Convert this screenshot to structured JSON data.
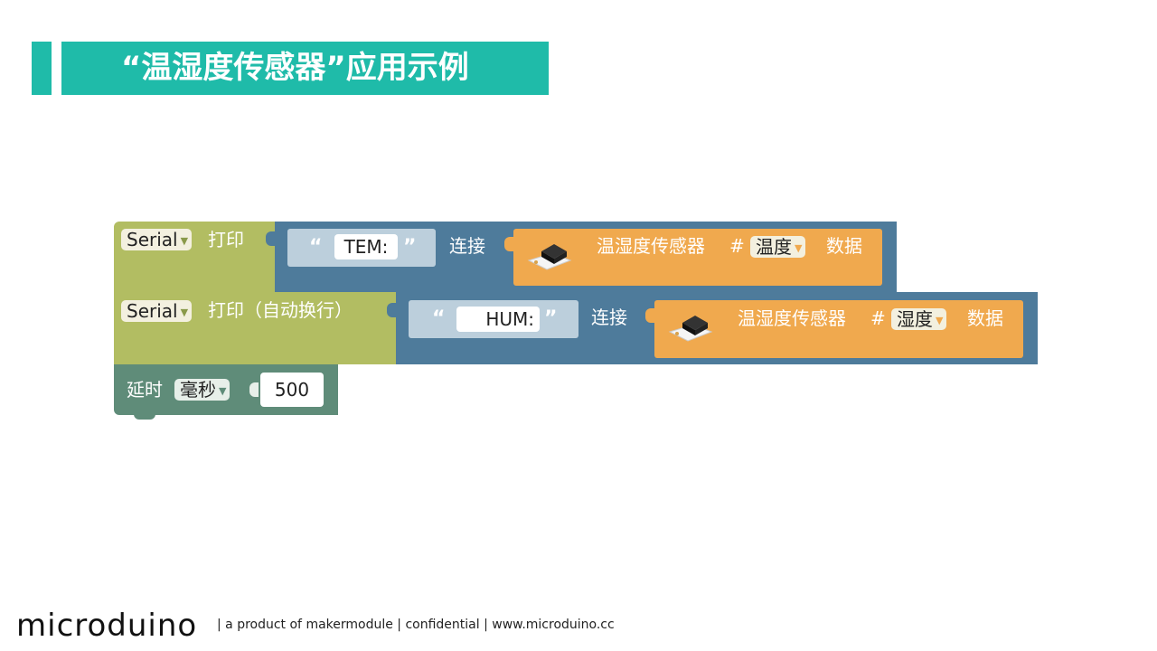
{
  "slide": {
    "title": "“温湿度传感器”应用示例"
  },
  "blocks": {
    "row1": {
      "serial_dropdown": "Serial",
      "print_label": "打印",
      "string_value": "TEM:",
      "join_label": "连接",
      "sensor_label": "温湿度传感器",
      "hash_label": "#",
      "field_dropdown": "温度",
      "data_label": "数据"
    },
    "row2": {
      "serial_dropdown": "Serial",
      "print_label": "打印（自动换行）",
      "string_value": "HUM:",
      "join_label": "连接",
      "sensor_label": "温湿度传感器",
      "hash_label": "#",
      "field_dropdown": "湿度",
      "data_label": "数据"
    },
    "delay": {
      "label": "延时",
      "unit_dropdown": "毫秒",
      "value": "500"
    }
  },
  "footer": {
    "logo": "microduino",
    "tagline": "| a product of makermodule | confidential | www.microduino.cc"
  },
  "colors": {
    "accent": "#1fbba9",
    "serial_block": "#b2bd62",
    "text_block": "#4e7b9b",
    "sensor_block": "#f0a94e",
    "delay_block": "#5f8c79"
  }
}
